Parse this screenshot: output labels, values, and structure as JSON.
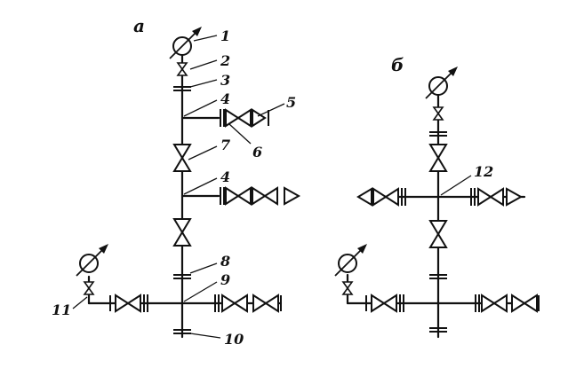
{
  "panel_a": {
    "title": "а",
    "labels": {
      "l1": "1",
      "l2": "2",
      "l3": "3",
      "l4a": "4",
      "l5": "5",
      "l6": "6",
      "l7": "7",
      "l4b": "4",
      "l8": "8",
      "l9": "9",
      "l10": "10",
      "l11": "11"
    }
  },
  "panel_b": {
    "title": "б",
    "labels": {
      "l12": "12"
    }
  },
  "colors": {
    "ink": "#111111",
    "background": "#ffffff"
  }
}
